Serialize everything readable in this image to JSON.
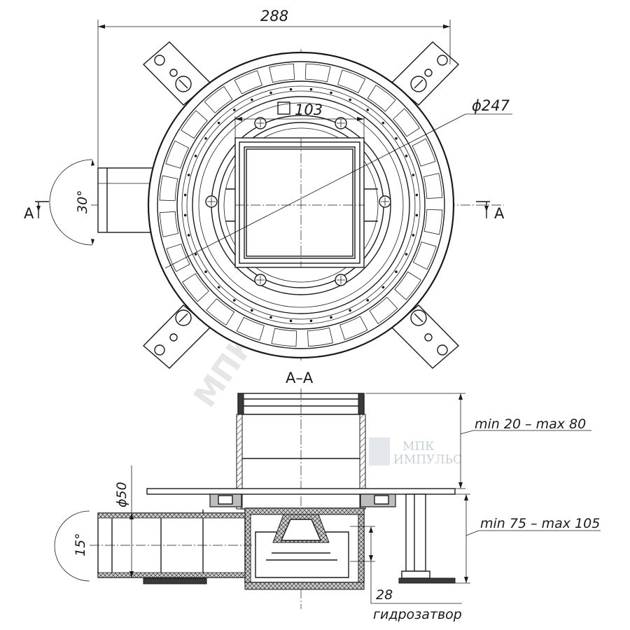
{
  "dimensions": {
    "width_top": "288",
    "diameter": "ϕ247",
    "square_size": "103",
    "angle_top": "30°",
    "diameter_outlet": "ϕ50",
    "angle_bottom": "15°",
    "height_upper": "min 20 – max 80",
    "height_lower": "min 75 – max 105",
    "water_seal_value": "28",
    "water_seal_label": "гидрозатвор"
  },
  "section": {
    "marker_left": "A",
    "marker_right": "A",
    "title": "А–А"
  },
  "watermark": {
    "diagonal": "МПК ИМПУЛЬС",
    "logo_line1": "МПК",
    "logo_line2": "ИМПУЛЬС"
  },
  "colors": {
    "ink": "#1a1a1a",
    "hatch_fill": "#bdbdbd",
    "watermark": "#e6e6e6"
  }
}
